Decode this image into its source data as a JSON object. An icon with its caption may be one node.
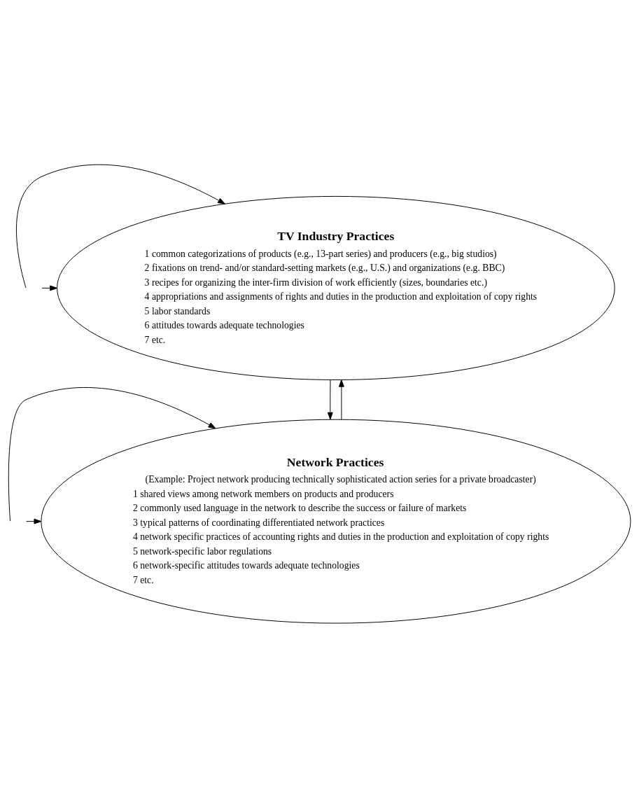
{
  "diagram": {
    "nodes": [
      {
        "text": [
          "TV Industry Practices",
          "1 common categorizations of products (e.g., 13-part series) and producers (e.g., big studios)",
          "2 fixations on trend- and/or standard-setting markets (e.g., U.S.) and organizations (e.g. BBC)",
          "3 recipes for organizing the inter-firm division of work efficiently (sizes, boundaries etc.)",
          "4 appropriations and assignments of rights and duties in the production and exploitation of copy rights",
          "5 labor standards",
          "6 attitudes towards adequate technologies",
          "7 etc."
        ]
      },
      {
        "text": [
          "Network Practices",
          "(Example: Project network producing technically sophisticated action series for a private broadcaster)",
          "1 shared views among network members on products and producers",
          "2 commonly used language in the network to describe the success or failure of markets",
          "3 typical patterns of coordinating differentiated network practices",
          "4 network specific practices of accounting rights and duties in the production and exploitation of copy rights",
          "5 network-specific labor regulations",
          "6 network-specific attitudes towards adequate technologies",
          "7 etc."
        ]
      }
    ],
    "edges": [
      {
        "from": 0,
        "to": 1,
        "arrow": "to"
      },
      {
        "from": 1,
        "to": 0,
        "arrow": "to"
      },
      {
        "from": null,
        "to": 0,
        "arrow": "to"
      },
      {
        "from": null,
        "to": 0,
        "arrow": "to"
      },
      {
        "from": null,
        "to": 1,
        "arrow": "to"
      },
      {
        "from": null,
        "to": 1,
        "arrow": "to"
      }
    ]
  }
}
